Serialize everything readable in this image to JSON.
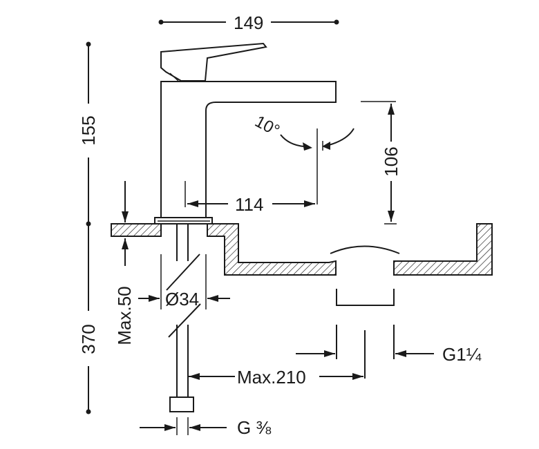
{
  "dimensions": {
    "top_width": "149",
    "upper_height": "155",
    "lower_height": "370",
    "spout_height": "106",
    "spout_reach": "114",
    "angle": "10°",
    "max_thickness": "Max.50",
    "hole_diameter": "Ø34",
    "max_length": "Max.210",
    "waste_thread": "G1¼",
    "supply_thread": "G ⅜"
  },
  "colors": {
    "line": "#1a1a1a",
    "background": "#ffffff"
  }
}
